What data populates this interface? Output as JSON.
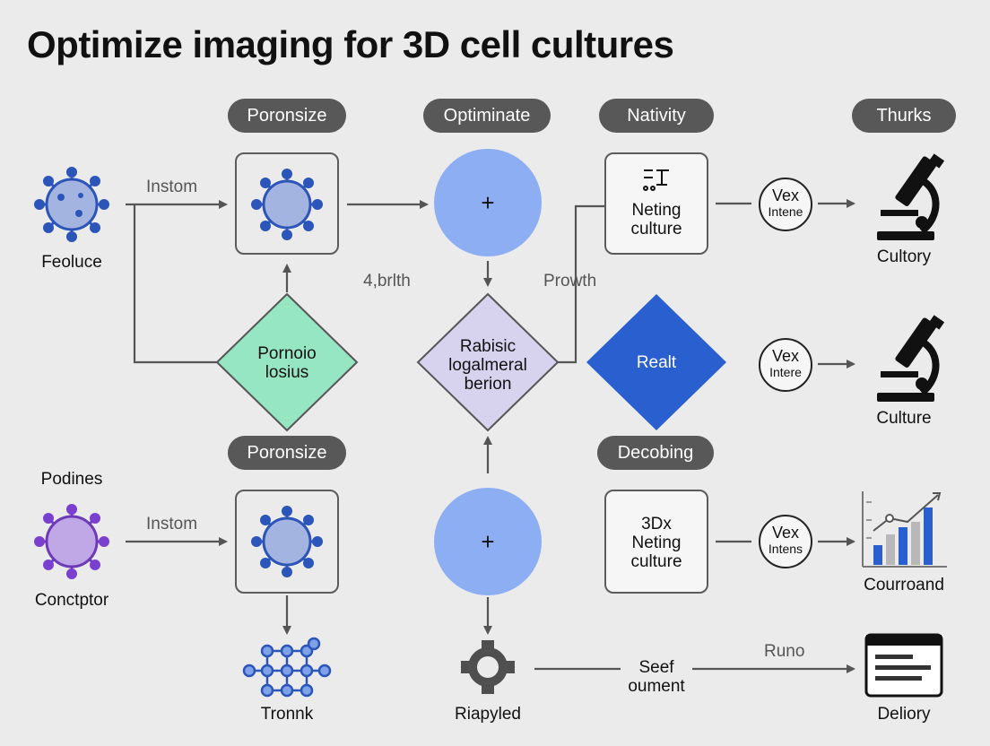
{
  "title": "Optimize imaging for 3D cell cultures",
  "pills": {
    "p1": "Poronsize",
    "p2": "Optiminate",
    "p3": "Nativity",
    "p4": "Thurks",
    "p5": "Poronsize",
    "p6": "Decobing"
  },
  "labels": {
    "feoluce": "Feoluce",
    "podines": "Podines",
    "conctptor": "Conctptor",
    "tronnk": "Tronnk",
    "riapyled": "Riapyled",
    "cultory": "Cultory",
    "culture": "Culture",
    "courroand": "Courroand",
    "deliory": "Deliory"
  },
  "edges": {
    "instom1": "Instom",
    "instom2": "Instom",
    "birth": "4,brlth",
    "prowth": "Prowth",
    "runo": "Runo"
  },
  "diamonds": {
    "green": [
      "Pornoio",
      "losius"
    ],
    "purple": [
      "Rabisic",
      "logalmeral",
      "berion"
    ],
    "blue": "Realt"
  },
  "boxes": {
    "neting1": [
      "Neting",
      "culture"
    ],
    "neting2": [
      "3Dx",
      "Neting",
      "culture"
    ],
    "seef": [
      "Seef",
      "oument"
    ]
  },
  "vex": [
    {
      "a": "Vex",
      "b": "Intene"
    },
    {
      "a": "Vex",
      "b": "Intere"
    },
    {
      "a": "Vex",
      "b": "Intens"
    }
  ],
  "circle_symbol": "+",
  "colors": {
    "pill": "#585858",
    "blue_circle": "#8eaef3",
    "green_diamond": "#97e6c3",
    "purple_diamond": "#d7d3ef",
    "blue_diamond": "#2a5fd0",
    "arrow": "#555555"
  },
  "icons": [
    "molecule-icon",
    "microscope-icon",
    "network-icon",
    "gear-icon",
    "bar-chart-icon",
    "browser-window-icon"
  ]
}
